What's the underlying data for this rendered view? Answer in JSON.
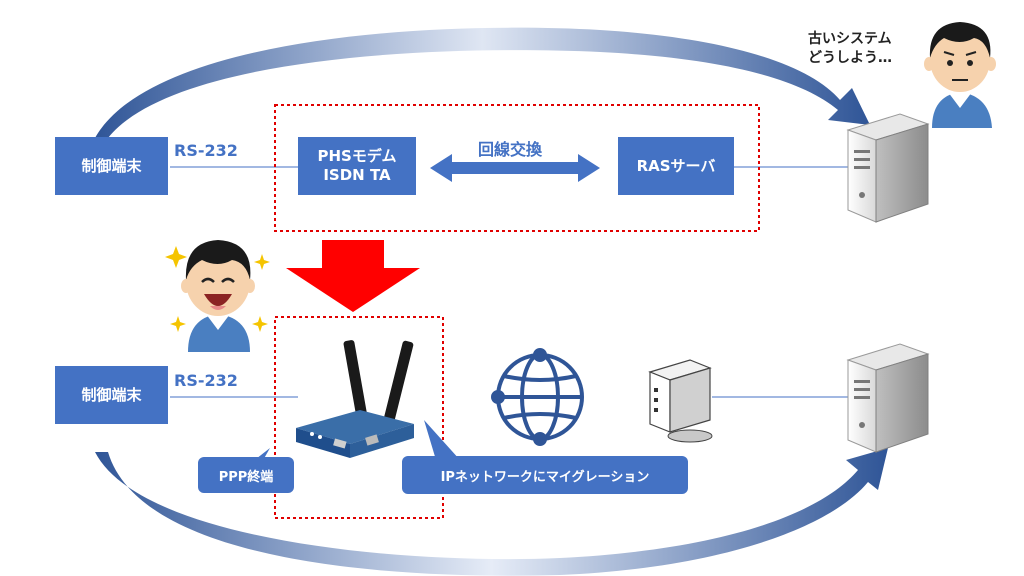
{
  "top": {
    "terminal": "制御端末",
    "rs232": "RS-232",
    "modem_line1": "PHSモデム",
    "modem_line2": "ISDN TA",
    "switching": "回線交換",
    "ras": "RASサーバ",
    "speech_line1": "古いシステム",
    "speech_line2": "どうしよう…"
  },
  "bottom": {
    "terminal": "制御端末",
    "rs232": "RS-232",
    "ppp": "PPP終端",
    "migration": "IPネットワークにマイグレーション"
  },
  "colors": {
    "accent": "#4472c4",
    "arrow_dark": "#2f5597",
    "transition_arrow": "#ff0000",
    "dashed_border": "#e00000"
  },
  "icons": [
    "server-icon",
    "router-icon",
    "globe-network-icon",
    "modem-device-icon",
    "worried-person-icon",
    "happy-person-icon"
  ]
}
